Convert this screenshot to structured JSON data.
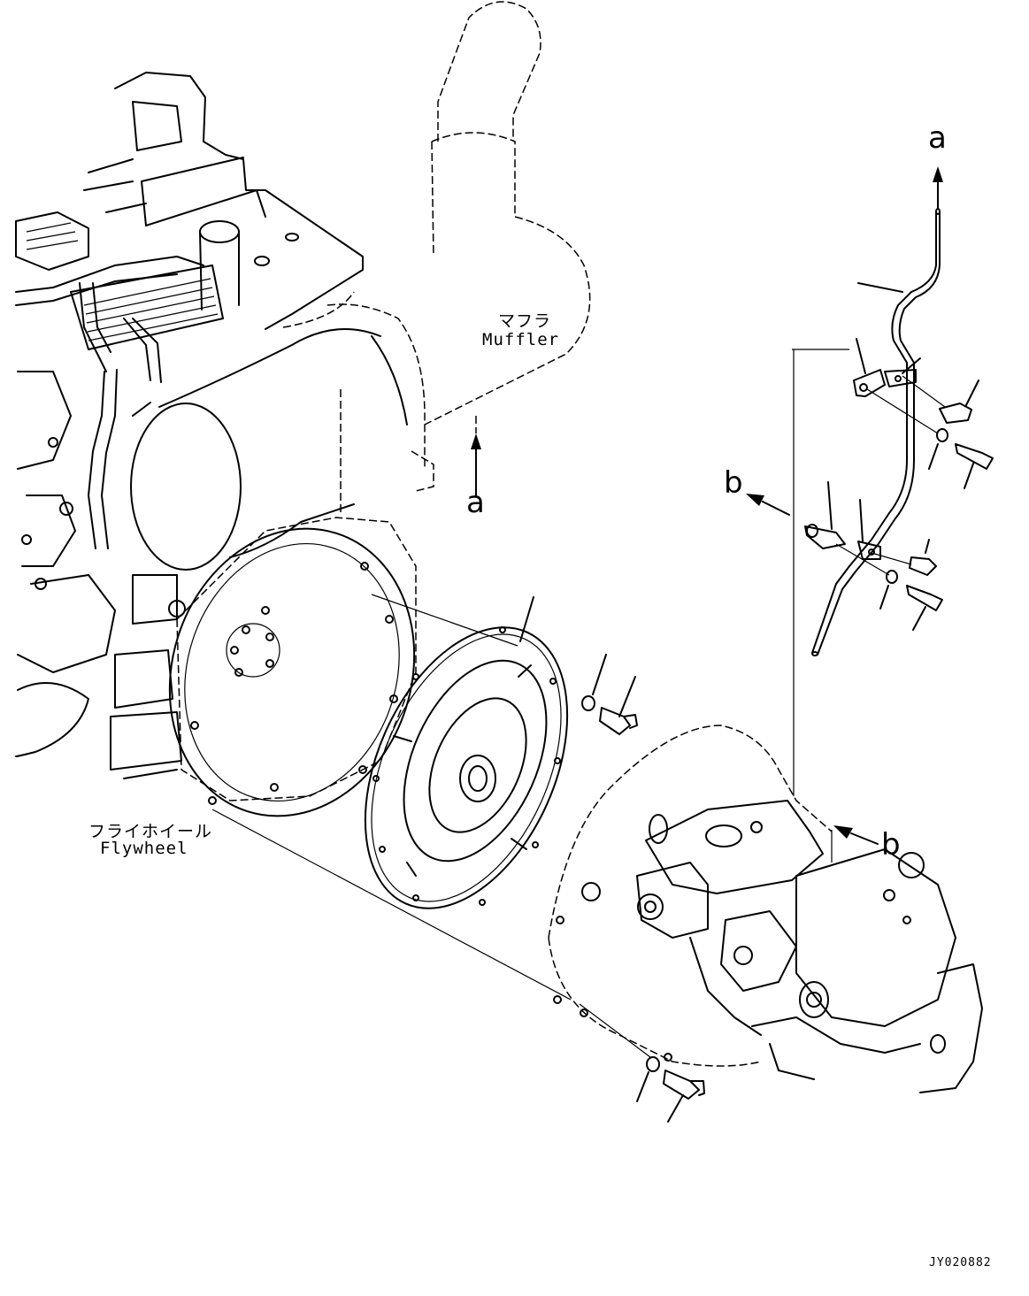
{
  "labels": {
    "muffler_jp": "マフラ",
    "muffler_en": "Muffler",
    "flywheel_jp": "フライホイール",
    "flywheel_en": "Flywheel",
    "ref_a_top": "a",
    "ref_a_muffler": "a",
    "ref_b_pipe": "b",
    "ref_b_pump": "b",
    "drawing_code": "JY020882"
  }
}
